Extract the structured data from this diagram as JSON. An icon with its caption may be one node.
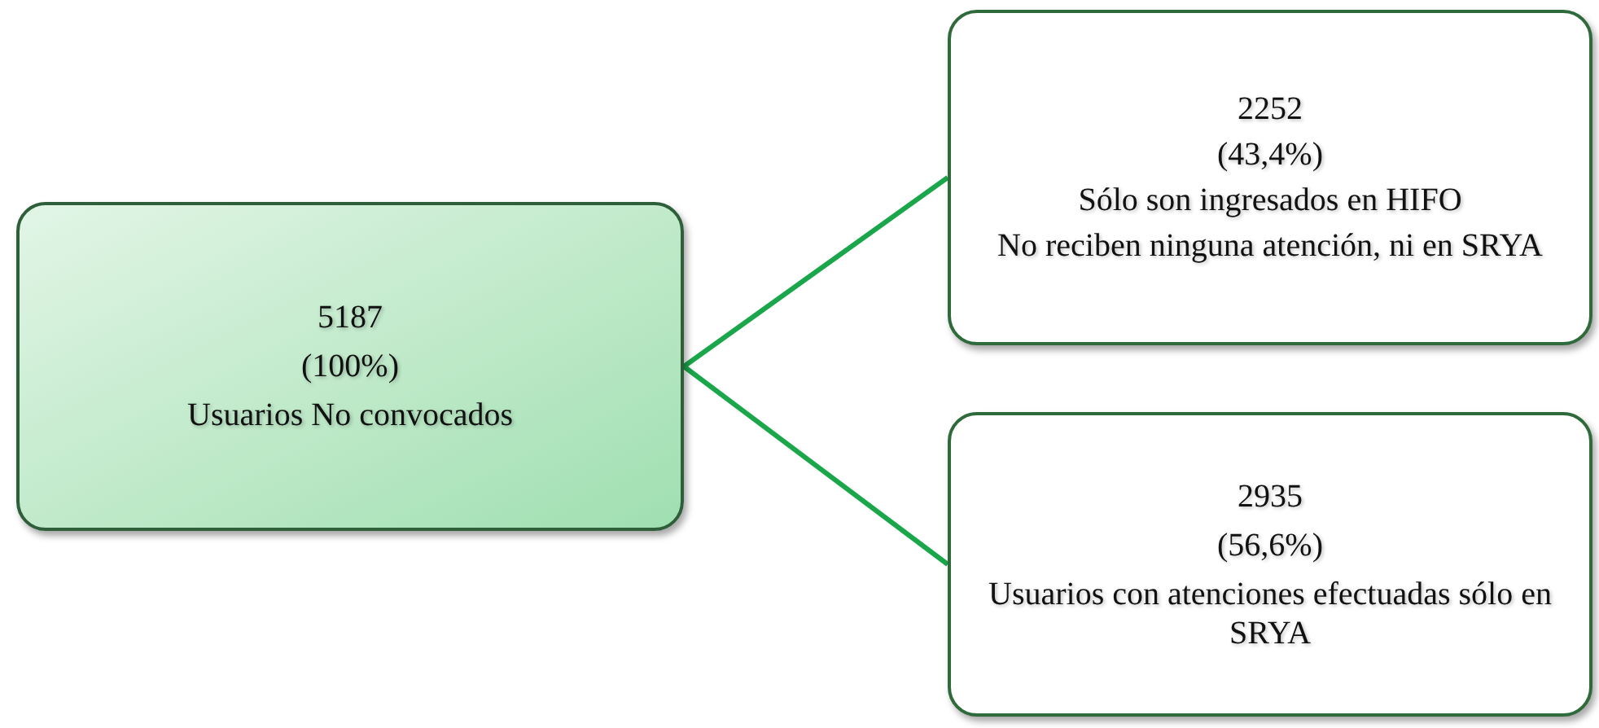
{
  "diagram": {
    "nodes": [
      {
        "text": [
          "5187",
          "(100%)",
          "Usuarios No convocados"
        ]
      },
      {
        "text": [
          "2252",
          "(43,4%)",
          "Sólo son ingresados en HIFO",
          "No reciben ninguna atención, ni en SRYA"
        ]
      },
      {
        "text": [
          "2935",
          "(56,6%)",
          "Usuarios con atenciones efectuadas sólo en SRYA"
        ]
      }
    ],
    "edges": [
      {
        "from": 0,
        "to": 1,
        "arrow": "none"
      },
      {
        "from": 0,
        "to": 2,
        "arrow": "none"
      }
    ]
  }
}
